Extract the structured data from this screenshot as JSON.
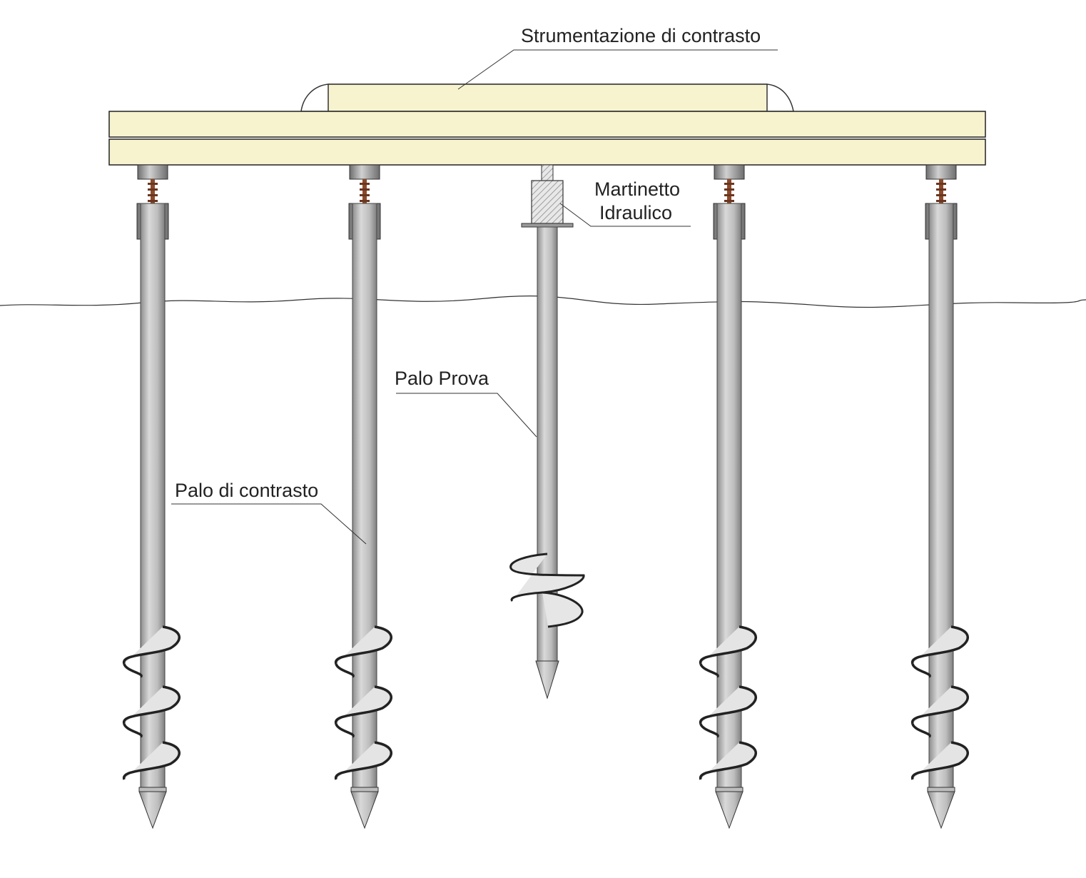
{
  "labels": {
    "instrumentation": "Strumentazione di contrasto",
    "jack_line1": "Martinetto",
    "jack_line2": "Idraulico",
    "test_pile": "Palo Prova",
    "reaction_pile": "Palo di contrasto"
  },
  "colors": {
    "beam_fill": "#f7f3cf",
    "pile_light": "#d8d8d8",
    "pile_dark": "#8a8a8a",
    "bolt": "#8a4a2a",
    "line": "#222222"
  },
  "reaction_piles": [
    "pile-1",
    "pile-2",
    "pile-4",
    "pile-5"
  ],
  "test_pile": "pile-3"
}
